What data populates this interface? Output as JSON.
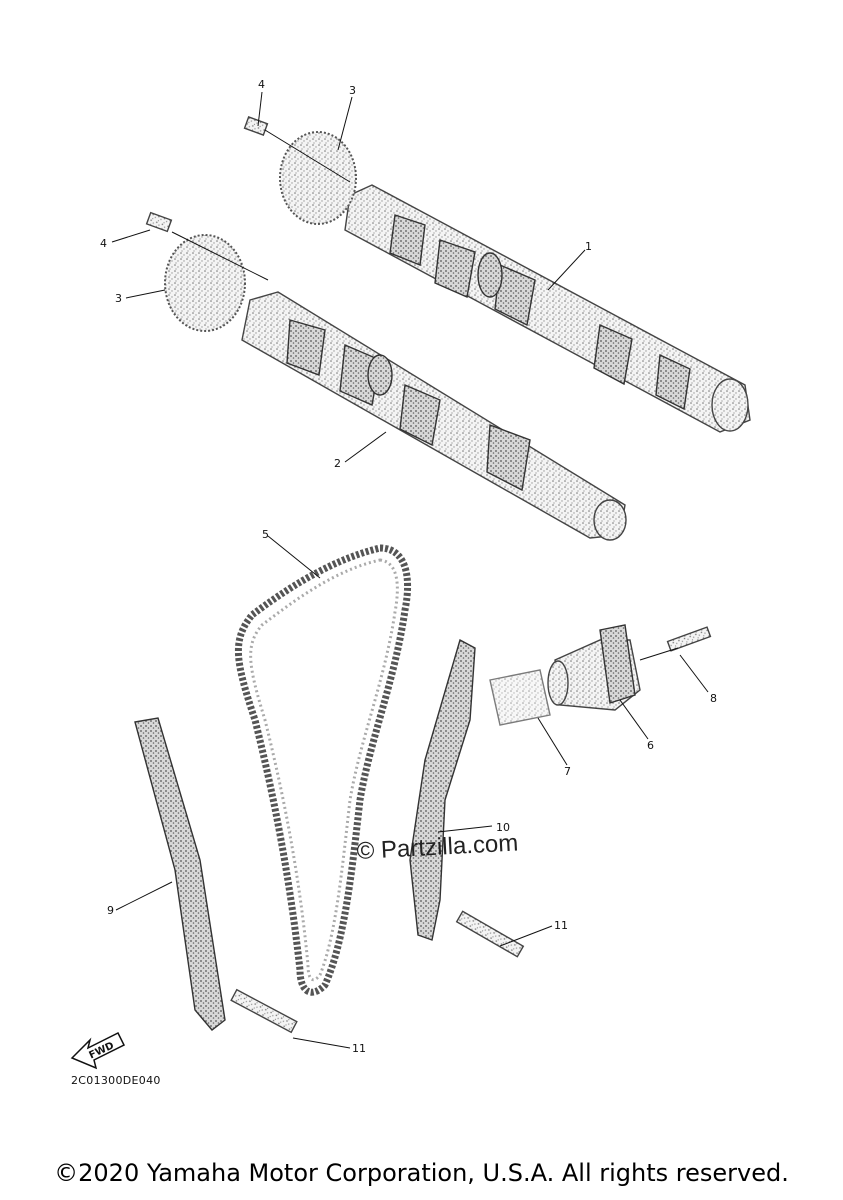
{
  "diagram": {
    "code": "2C01300DE040",
    "watermark": "© Partzilla.com",
    "copyright": "©2020 Yamaha Motor Corporation, U.S.A. All rights reserved.",
    "fwd_label": "FWD",
    "callouts": [
      "1",
      "2",
      "3",
      "3",
      "4",
      "4",
      "5",
      "6",
      "7",
      "8",
      "9",
      "10",
      "11",
      "11"
    ]
  }
}
